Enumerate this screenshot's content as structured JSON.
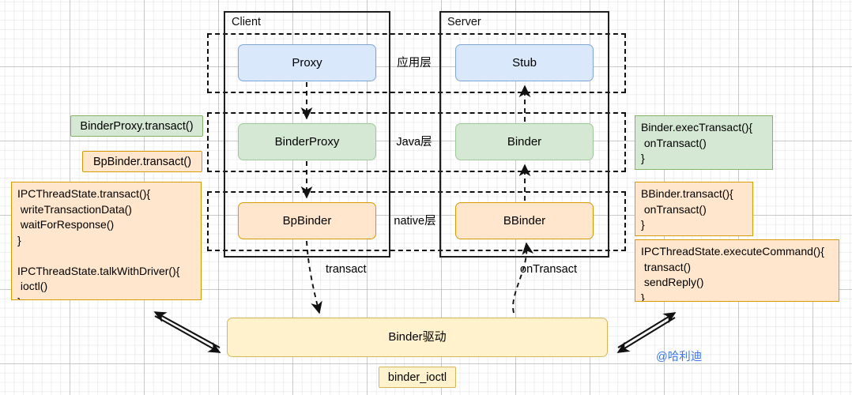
{
  "diagram": {
    "title_watermark": "@哈利迪",
    "frames": [
      {
        "id": "client",
        "label": "Client"
      },
      {
        "id": "server",
        "label": "Server"
      }
    ],
    "layers": [
      {
        "id": "app",
        "label": "应用层"
      },
      {
        "id": "java",
        "label": "Java层"
      },
      {
        "id": "native",
        "label": "native层"
      }
    ],
    "nodes": {
      "proxy": "Proxy",
      "stub": "Stub",
      "binder_proxy": "BinderProxy",
      "binder": "Binder",
      "bp_binder": "BpBinder",
      "b_binder": "BBinder",
      "driver": "Binder驱动"
    },
    "tags": {
      "binder_proxy_transact": "BinderProxy.transact()",
      "bp_binder_transact": "BpBinder.transact()",
      "binder_ioctl": "binder_ioctl"
    },
    "callouts": {
      "ipc_client": "IPCThreadState.transact(){\n writeTransactionData()\n waitForResponse()\n}\n\nIPCThreadState.talkWithDriver(){\n ioctl()\n}",
      "binder_exec_transact": "Binder.execTransact(){\n onTransact()\n}",
      "bbinder_transact": "BBinder.transact(){\n onTransact()\n}",
      "ipc_execute_command": "IPCThreadState.executeCommand(){\n transact()\n sendReply()\n}"
    },
    "edge_labels": {
      "transact": "transact",
      "on_transact": "onTransact"
    },
    "colors": {
      "blue_fill": "#dae8fc",
      "blue_stroke": "#7ea6d8",
      "green_fill": "#d5e8d4",
      "green_stroke": "#82b366",
      "orange_fill": "#ffe6cc",
      "orange_stroke": "#d79b00",
      "yellow_fill": "#fff2cc",
      "yellow_stroke": "#d6b656",
      "watermark": "#3b78e7",
      "line": "#111111"
    }
  }
}
